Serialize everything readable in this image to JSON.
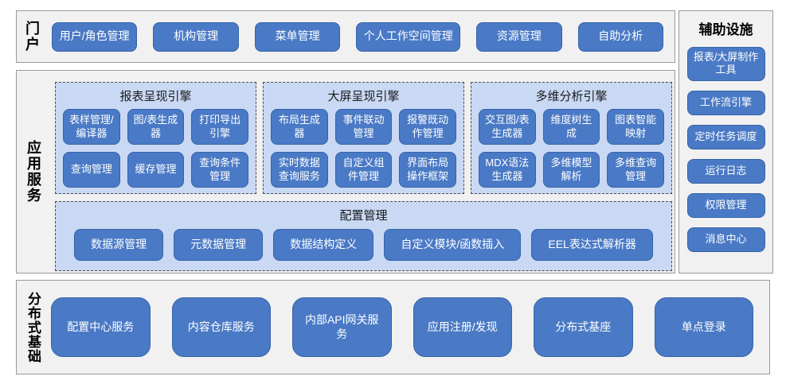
{
  "colors": {
    "button_fill": "#4a7ac6",
    "button_border": "#3563a8",
    "group_background": "#c9d9f4",
    "section_background": "#f1f1f1",
    "section_border": "#9a9a9a",
    "title_text": "#1a1a1a",
    "button_text": "#ffffff"
  },
  "portal": {
    "label": "门户",
    "items": [
      "用户/角色管理",
      "机构管理",
      "菜单管理",
      "个人工作空间管理",
      "资源管理",
      "自助分析"
    ]
  },
  "app_services": {
    "label": "应用服务",
    "engines": [
      {
        "title": "报表呈现引擎",
        "items": [
          "表样管理/编译器",
          "图/表生成器",
          "打印导出引擎",
          "查询管理",
          "缓存管理",
          "查询条件管理"
        ]
      },
      {
        "title": "大屏呈现引擎",
        "items": [
          "布局生成器",
          "事件联动管理",
          "报警既动作管理",
          "实时数据查询服务",
          "自定义组件管理",
          "界面布局操作框架"
        ]
      },
      {
        "title": "多维分析引擎",
        "items": [
          "交互图/表生成器",
          "维度树生成",
          "图表智能映射",
          "MDX语法生成器",
          "多维模型解析",
          "多维查询管理"
        ]
      }
    ],
    "config": {
      "title": "配置管理",
      "items": [
        "数据源管理",
        "元数据管理",
        "数据结构定义",
        "自定义模块/函数插入",
        "EEL表达式解析器"
      ]
    }
  },
  "auxiliary": {
    "label": "辅助设施",
    "items": [
      "报表/大屏制作工具",
      "工作流引擎",
      "定时任务调度",
      "运行日志",
      "权限管理",
      "消息中心"
    ]
  },
  "distributed": {
    "label": "分布式基础",
    "items": [
      "配置中心服务",
      "内容仓库服务",
      "内部API网关服务",
      "应用注册/发现",
      "分布式基座",
      "单点登录"
    ]
  }
}
